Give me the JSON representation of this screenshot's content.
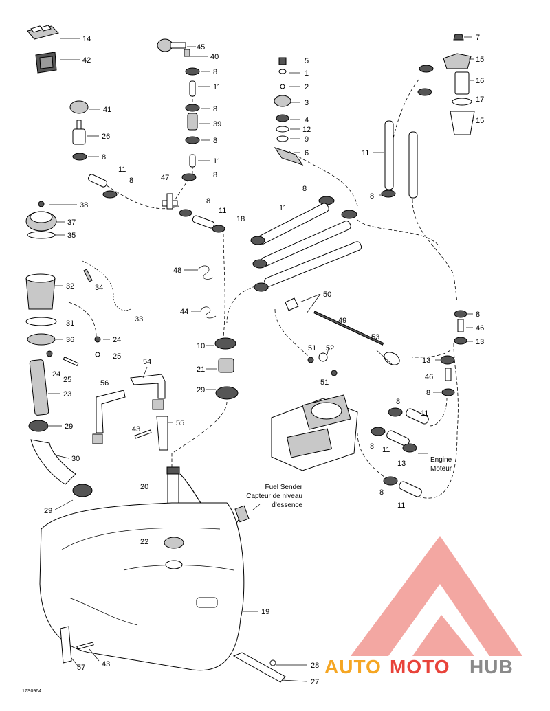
{
  "callouts": [
    {
      "id": "c14",
      "text": "14"
    },
    {
      "id": "c42",
      "text": "42"
    },
    {
      "id": "c45",
      "text": "45"
    },
    {
      "id": "c40",
      "text": "40"
    },
    {
      "id": "c8a",
      "text": "8"
    },
    {
      "id": "c11a",
      "text": "11"
    },
    {
      "id": "c8b",
      "text": "8"
    },
    {
      "id": "c39",
      "text": "39"
    },
    {
      "id": "c8c",
      "text": "8"
    },
    {
      "id": "c11b",
      "text": "11"
    },
    {
      "id": "c8d",
      "text": "8"
    },
    {
      "id": "c5",
      "text": "5"
    },
    {
      "id": "c1",
      "text": "1"
    },
    {
      "id": "c2",
      "text": "2"
    },
    {
      "id": "c3",
      "text": "3"
    },
    {
      "id": "c4",
      "text": "4"
    },
    {
      "id": "c12",
      "text": "12"
    },
    {
      "id": "c9",
      "text": "9"
    },
    {
      "id": "c6",
      "text": "6"
    },
    {
      "id": "c7",
      "text": "7"
    },
    {
      "id": "c15a",
      "text": "15"
    },
    {
      "id": "c16",
      "text": "16"
    },
    {
      "id": "c17",
      "text": "17"
    },
    {
      "id": "c15b",
      "text": "15"
    },
    {
      "id": "c41",
      "text": "41"
    },
    {
      "id": "c26",
      "text": "26"
    },
    {
      "id": "c8e",
      "text": "8"
    },
    {
      "id": "c11c",
      "text": "11"
    },
    {
      "id": "c8f",
      "text": "8"
    },
    {
      "id": "c47",
      "text": "47"
    },
    {
      "id": "c8g",
      "text": "8"
    },
    {
      "id": "c11d",
      "text": "11"
    },
    {
      "id": "c18",
      "text": "18"
    },
    {
      "id": "c8h",
      "text": "8"
    },
    {
      "id": "c11e",
      "text": "11"
    },
    {
      "id": "c11f",
      "text": "11"
    },
    {
      "id": "c8i",
      "text": "8"
    },
    {
      "id": "c38",
      "text": "38"
    },
    {
      "id": "c37",
      "text": "37"
    },
    {
      "id": "c35",
      "text": "35"
    },
    {
      "id": "c34",
      "text": "34"
    },
    {
      "id": "c32",
      "text": "32"
    },
    {
      "id": "c33",
      "text": "33"
    },
    {
      "id": "c31",
      "text": "31"
    },
    {
      "id": "c36",
      "text": "36"
    },
    {
      "id": "c24a",
      "text": "24"
    },
    {
      "id": "c25a",
      "text": "25"
    },
    {
      "id": "c24b",
      "text": "24"
    },
    {
      "id": "c25b",
      "text": "25"
    },
    {
      "id": "c23",
      "text": "23"
    },
    {
      "id": "c29a",
      "text": "29"
    },
    {
      "id": "c30",
      "text": "30"
    },
    {
      "id": "c29b",
      "text": "29"
    },
    {
      "id": "c48",
      "text": "48"
    },
    {
      "id": "c44",
      "text": "44"
    },
    {
      "id": "c10",
      "text": "10"
    },
    {
      "id": "c21",
      "text": "21"
    },
    {
      "id": "c29c",
      "text": "29"
    },
    {
      "id": "c54",
      "text": "54"
    },
    {
      "id": "c56",
      "text": "56"
    },
    {
      "id": "c43a",
      "text": "43"
    },
    {
      "id": "c55",
      "text": "55"
    },
    {
      "id": "c50",
      "text": "50"
    },
    {
      "id": "c49",
      "text": "49"
    },
    {
      "id": "c51a",
      "text": "51"
    },
    {
      "id": "c52",
      "text": "52"
    },
    {
      "id": "c51b",
      "text": "51"
    },
    {
      "id": "c53",
      "text": "53"
    },
    {
      "id": "c8j",
      "text": "8"
    },
    {
      "id": "c46a",
      "text": "46"
    },
    {
      "id": "c13a",
      "text": "13"
    },
    {
      "id": "c13b",
      "text": "13"
    },
    {
      "id": "c46b",
      "text": "46"
    },
    {
      "id": "c8k",
      "text": "8"
    },
    {
      "id": "c8l",
      "text": "8"
    },
    {
      "id": "c11g",
      "text": "11"
    },
    {
      "id": "c8m",
      "text": "8"
    },
    {
      "id": "c11h",
      "text": "11"
    },
    {
      "id": "c13c",
      "text": "13"
    },
    {
      "id": "c8n",
      "text": "8"
    },
    {
      "id": "c11i",
      "text": "11"
    },
    {
      "id": "c20",
      "text": "20"
    },
    {
      "id": "c22",
      "text": "22"
    },
    {
      "id": "c19",
      "text": "19"
    },
    {
      "id": "c57",
      "text": "57"
    },
    {
      "id": "c43b",
      "text": "43"
    },
    {
      "id": "c28",
      "text": "28"
    },
    {
      "id": "c27",
      "text": "27"
    }
  ],
  "labels": {
    "fuel_sender_en": "Fuel Sender",
    "fuel_sender_fr1": "Capteur de niveau",
    "fuel_sender_fr2": "d'essence",
    "engine_en": "Engine",
    "engine_fr": "Moteur",
    "drawing_code": "17S0964"
  },
  "watermark": {
    "part1": "AUTO",
    "part2": "MOTO",
    "part3": "HUB",
    "colors": {
      "orange": "#f5a623",
      "red": "#e8433a",
      "gray": "#8a8a8a",
      "logo": "#f08a84"
    }
  }
}
